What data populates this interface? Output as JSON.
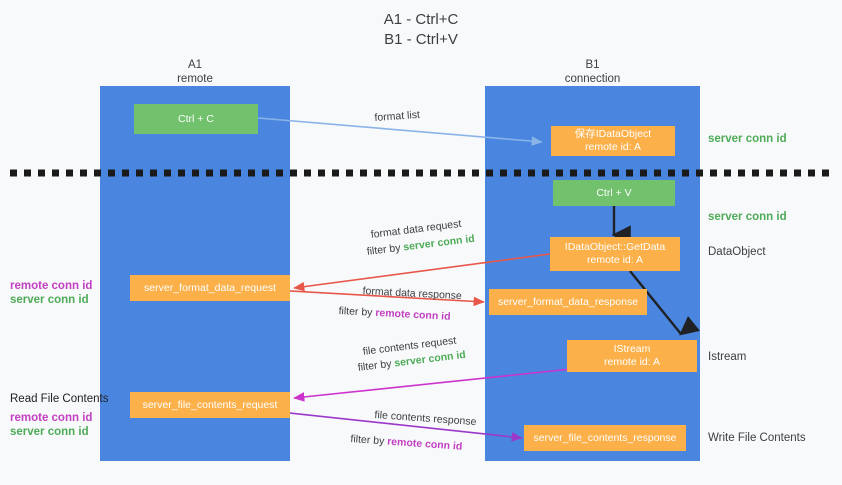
{
  "title": {
    "line1": "A1 - Ctrl+C",
    "line2": "B1 - Ctrl+V"
  },
  "lanes": [
    {
      "id": "a1",
      "name": "A1",
      "role": "remote"
    },
    {
      "id": "b1",
      "name": "B1",
      "role": "connection"
    }
  ],
  "boxes": {
    "ctrl_c": {
      "line1": "Ctrl + C",
      "line2": ""
    },
    "save_idataobject": {
      "line1": "保存IDataObject",
      "line2": "remote id: A"
    },
    "ctrl_v": {
      "line1": "Ctrl + V",
      "line2": ""
    },
    "idataobject_getdata": {
      "line1": "IDataObject::GetData",
      "line2": "remote id: A"
    },
    "server_format_data_request": {
      "line1": "server_format_data_request",
      "line2": ""
    },
    "server_format_data_response": {
      "line1": "server_format_data_response",
      "line2": ""
    },
    "istream": {
      "line1": "IStream",
      "line2": "remote id: A"
    },
    "server_file_contents_request": {
      "line1": "server_file_contents_request",
      "line2": ""
    },
    "server_file_contents_response": {
      "line1": "server_file_contents_response",
      "line2": ""
    }
  },
  "right_labels": {
    "server_conn_id_top": "server conn id",
    "server_conn_id_mid": "server conn id",
    "dataobject": "DataObject",
    "istream": "Istream",
    "write_file_contents": "Write File Contents"
  },
  "left_labels": {
    "remote_conn_id_1": "remote conn id",
    "server_conn_id_1": "server conn id",
    "read_file_contents": "Read File Contents",
    "remote_conn_id_2": "remote conn id",
    "server_conn_id_2": "server conn id"
  },
  "edge_labels": {
    "format_list": "format list",
    "format_data_request": "format data request",
    "format_data_request_filter_prefix": "filter by ",
    "format_data_request_filter_key": "server conn id",
    "format_data_response": "format data response",
    "format_data_response_filter_prefix": "filter by ",
    "format_data_response_filter_key": "remote conn id",
    "file_contents_request": "file contents request",
    "file_contents_request_filter_prefix": "filter by ",
    "file_contents_request_filter_key": "server conn id",
    "file_contents_response": "file contents response",
    "file_contents_response_filter_prefix": "filter by ",
    "file_contents_response_filter_key": "remote conn id"
  },
  "colors": {
    "lane_blue": "#4a86e0",
    "box_green": "#72c16d",
    "box_orange": "#fbb04a",
    "accent_green_text": "#4eab58",
    "accent_magenta_text": "#c13fc1",
    "arrow_blue": "#8ab4e8",
    "arrow_red": "#e8584a",
    "arrow_magenta": "#cc33cc",
    "arrow_purple": "#9b38c9",
    "arrow_black": "#202124",
    "divider": "#1a1a1a",
    "background": "#f8f9fa"
  }
}
